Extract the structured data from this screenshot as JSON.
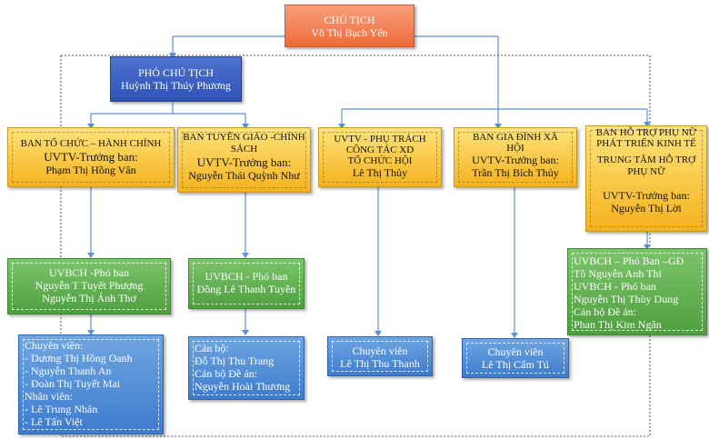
{
  "chairman": {
    "title": "CHỦ TỊCH",
    "name": "Võ Thị Bạch Yến"
  },
  "vice_chair": {
    "title": "PHÓ CHỦ TỊCH",
    "name": "Huỳnh Thị Thúy Phương"
  },
  "departments": [
    {
      "lines": [
        "BAN TỔ CHỨC – HÀNH CHÍNH",
        "UVTV-Trưởng ban:",
        "Phạm Thị Hồng Vân"
      ]
    },
    {
      "lines": [
        "BAN TUYÊN GIÁO -CHÍNH SÁCH",
        "UVTV-Trưởng ban:",
        "Nguyễn Thái Quỳnh Như"
      ]
    },
    {
      "lines": [
        "UVTV - PHỤ TRÁCH",
        "CÔNG TÁC XD",
        "TỔ CHỨC HỘI",
        "Lê Thị Thủy"
      ]
    },
    {
      "lines": [
        "BAN GIA ĐÌNH XÃ",
        "HỘI",
        "UVTV-Trưởng ban:",
        "Trần Thị Bích Thủy"
      ]
    },
    {
      "lines": [
        "BAN HỖ TRỢ PHỤ NỮ",
        "PHÁT TRIỂN KINH TẾ",
        "TRUNG TÂM HỖ TRỢ",
        "PHỤ NỮ",
        "UVTV-Trưởng ban:",
        "Nguyễn Thị Lời"
      ]
    }
  ],
  "deputies": [
    {
      "lines": [
        "UVBCH -Phó ban",
        "Nguyễn T Tuyết Phượng",
        "Nguyễn Thị Ánh Thơ"
      ]
    },
    {
      "lines": [
        "UVBCH - Phó ban",
        "Đồng Lê Thanh Tuyền"
      ]
    },
    {
      "lines": [
        "UVBCH – Phó Ban –GĐ",
        "Tô Nguyễn Anh Thi",
        "UVBCH - Phó ban",
        "Nguyễn Thị Thùy Dung",
        "Cán bộ Đề án:",
        "Phan Thị Kim Ngân"
      ]
    }
  ],
  "staff": [
    {
      "lines": [
        "Chuyên viên:",
        "- Dương Thị Hồng Oanh",
        "- Nguyễn Thanh An",
        "- Đoàn Thị Tuyết Mai",
        "Nhân viên:",
        "- Lê Trung Nhân",
        "- Lê Tấn Việt"
      ]
    },
    {
      "lines": [
        "Cán bộ:",
        "Đỗ Thị Thu Trang",
        "Cán bộ Đề án:",
        "Nguyễn Hoài Thương"
      ]
    },
    {
      "lines": [
        "Chuyên viên",
        "Lê Thị Thu Thanh"
      ]
    },
    {
      "lines": [
        "Chuyên viên",
        "Lê Thị Cẩm Tú"
      ]
    }
  ],
  "colors": {
    "orange": "#ef6a3a",
    "vice": "#2e53b8",
    "dept": "#f5b21f",
    "green": "#4e9f3f",
    "blue": "#3d7bcf",
    "connector": "#5b8fd6"
  }
}
